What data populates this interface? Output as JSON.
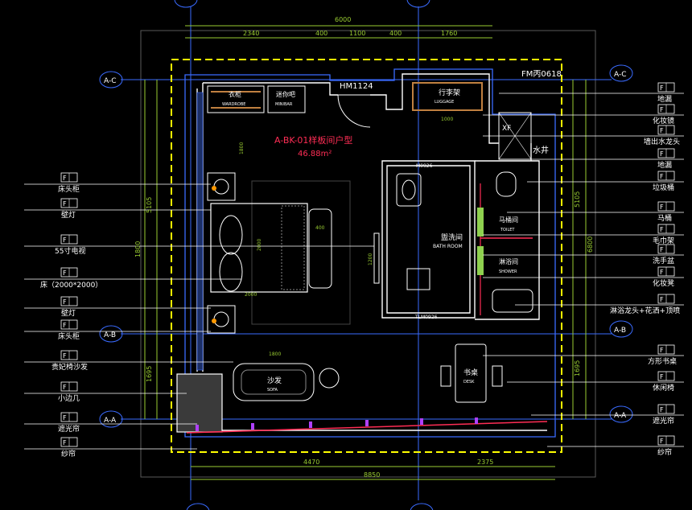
{
  "title": {
    "name": "A-BK-01样板间户型",
    "area": "46.88m²"
  },
  "dimensions": {
    "top_overall": "6000",
    "top_segments": [
      "2340",
      "400",
      "1100",
      "400",
      "1760"
    ],
    "bottom_segments": [
      "4470",
      "2375"
    ],
    "bottom_overall": "8850",
    "left_segments": [
      "5105",
      "1800",
      "1695"
    ],
    "right_segments": [
      "5105",
      "6800",
      "1695"
    ],
    "inner": [
      "1800",
      "2000",
      "2000",
      "400",
      "1200",
      "1000",
      "1800"
    ]
  },
  "axes": {
    "left": [
      "A-C",
      "A-B",
      "A-A"
    ],
    "right": [
      "A-C",
      "A-B",
      "A-A"
    ]
  },
  "door_tags": [
    "HM1124",
    "FM丙0618",
    "M0926",
    "TLM0926"
  ],
  "rooms": [
    {
      "cn": "衣柜",
      "en": "WARDROBE"
    },
    {
      "cn": "迷你吧",
      "en": "MINIBAR"
    },
    {
      "cn": "行李架",
      "en": "LUGGAGE"
    },
    {
      "cn": "盥洗间",
      "en": "BATH ROOM"
    },
    {
      "cn": "马桶间",
      "en": "TOILET"
    },
    {
      "cn": "淋浴间",
      "en": "SHOWER"
    },
    {
      "cn": "沙发",
      "en": "SOFA"
    },
    {
      "cn": "书桌",
      "en": "DESK"
    }
  ],
  "shaft": {
    "xf": "XF",
    "water": "水井"
  },
  "left_callouts": [
    "床头柜",
    "壁灯",
    "55寸电视",
    "床（2000*2000）",
    "壁灯",
    "床头柜",
    "贵妃椅沙发",
    "小边几",
    "遮光帘",
    "纱帘"
  ],
  "right_callouts": [
    "地漏",
    "化妆镜",
    "墙出水龙头",
    "地漏",
    "垃圾桶",
    "马桶",
    "毛巾架",
    "洗手盆",
    "化妆凳",
    "淋浴龙头+花洒+顶喷",
    "方形书桌",
    "休闲椅",
    "遮光帘",
    "纱帘"
  ],
  "tag_code": "F",
  "colors": {
    "background": "#000000",
    "wall": "#ffffff",
    "boundary": "#ffff00",
    "dimension": "#9acd32",
    "axis": "#3a6bff",
    "accent": "#ff2d55",
    "furniture": "#ffffff"
  }
}
